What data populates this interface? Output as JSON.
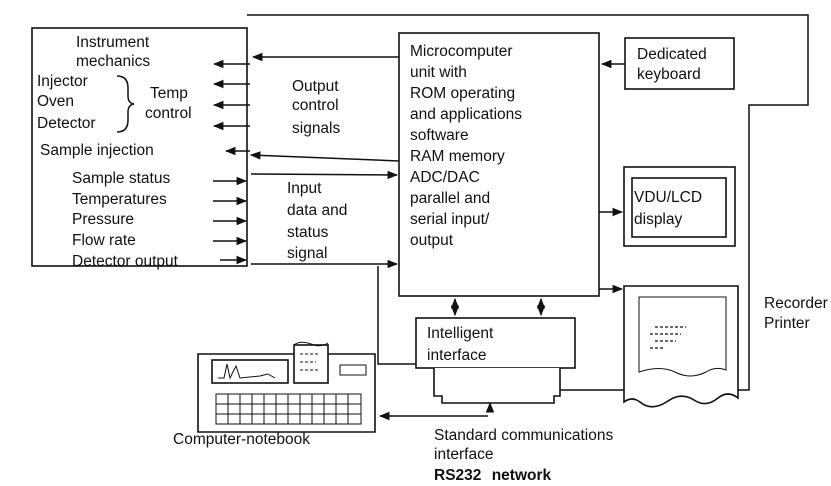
{
  "instrument_panel": {
    "outputs": [
      {
        "key": "mech1",
        "text": "Instrument"
      },
      {
        "key": "mech2",
        "text": "mechanics"
      },
      {
        "key": "injector",
        "text": "Injector"
      },
      {
        "key": "oven",
        "text": "Oven"
      },
      {
        "key": "detector",
        "text": "Detector"
      },
      {
        "key": "temp1",
        "text": "Temp"
      },
      {
        "key": "temp2",
        "text": "control"
      },
      {
        "key": "sample_injection",
        "text": "Sample injection"
      }
    ],
    "inputs": [
      {
        "key": "sample_status",
        "text": "Sample status"
      },
      {
        "key": "temperatures",
        "text": "Temperatures"
      },
      {
        "key": "pressure",
        "text": "Pressure"
      },
      {
        "key": "flow_rate",
        "text": "Flow rate"
      },
      {
        "key": "detector_output",
        "text": "Detector output"
      }
    ]
  },
  "output_label": [
    "Output",
    "control",
    "signals"
  ],
  "input_label": [
    "Input",
    "data and",
    "status",
    "signal"
  ],
  "microcomputer": [
    "Microcomputer",
    "unit with",
    "ROM operating",
    "and applications",
    "software",
    "RAM memory",
    "ADC/DAC",
    "parallel and",
    "serial input/",
    "output"
  ],
  "keyboard": [
    "Dedicated",
    "keyboard"
  ],
  "display": [
    "VDU/LCD",
    "display"
  ],
  "recorder": [
    "Recorder",
    "Printer"
  ],
  "interface": [
    "Intelligent",
    "interface"
  ],
  "notebook_label": "Computer-notebook",
  "comms": {
    "line1": "Standard communications",
    "line2": "interface",
    "line3_a": "RS232",
    "line3_b": "network"
  }
}
